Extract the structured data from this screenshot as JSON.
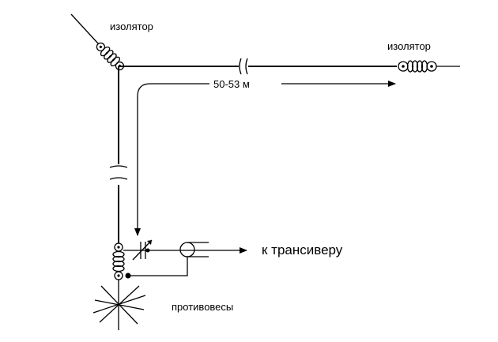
{
  "labels": {
    "insulator_left": "изолятор",
    "insulator_right": "изолятор",
    "length": "50-53 м",
    "transceiver": "к трансиверу",
    "counterpoises": "противовесы"
  },
  "colors": {
    "ink": "#000000",
    "background": "#ffffff"
  }
}
